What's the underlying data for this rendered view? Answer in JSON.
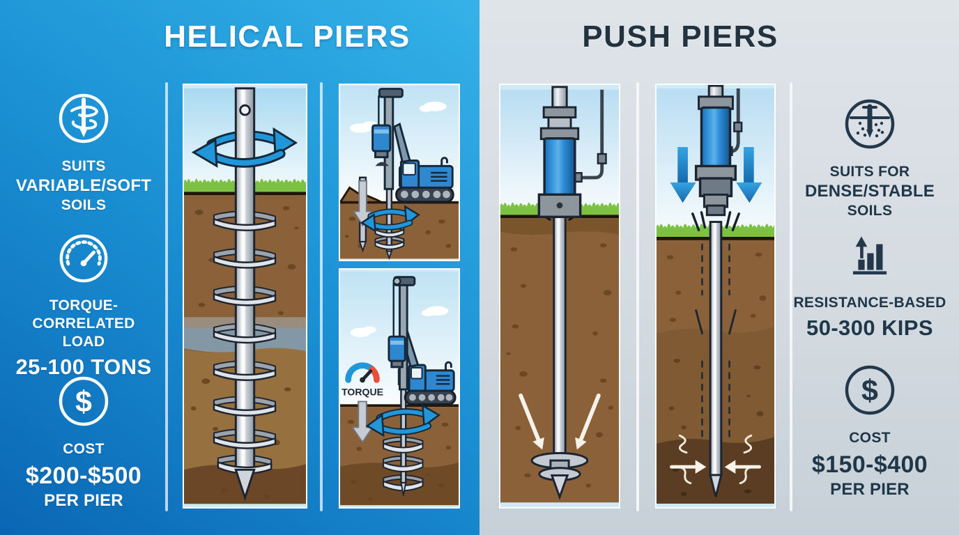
{
  "helical": {
    "title": "HELICAL PIERS",
    "suits": {
      "line1": "SUITS",
      "line2": "VARIABLE/SOFT",
      "line3": "SOILS"
    },
    "load": {
      "line1": "TORQUE-CORRELATED",
      "line2": "LOAD",
      "value": "25-100 TONS"
    },
    "cost": {
      "label": "COST",
      "value": "$200-$500",
      "sub": "PER PIER"
    },
    "panel_torque_label": "TORQUE"
  },
  "push": {
    "title": "PUSH PIERS",
    "suits": {
      "line1": "SUITS FOR",
      "line2": "DENSE/STABLE",
      "line3": "SOILS"
    },
    "load": {
      "line1": "RESISTANCE-BASED",
      "value": "50-300 KIPS"
    },
    "cost": {
      "label": "COST",
      "value": "$150-$400",
      "sub": "PER PIER"
    }
  },
  "icons": {
    "dollar_glyph": "$",
    "helical_icon": "helical-pier-in-circle",
    "gauge_icon": "speedometer-gauge",
    "dollar_icon": "dollar-sign-in-circle",
    "soil_icon": "pier-in-dense-soil-circle",
    "chart_icon": "rising-bar-chart-with-arrow"
  },
  "colors": {
    "left_bg_top": "#35b2e8",
    "left_bg_bottom": "#0a66b4",
    "right_bg": "#d4dbe1",
    "navy_text": "#22333f",
    "accent_blue": "#2196d8",
    "grass_green": "#7cc142",
    "soil_brown": "#8a6138",
    "soil_dark": "#6b4728",
    "steel_gray": "#c9ced4"
  }
}
